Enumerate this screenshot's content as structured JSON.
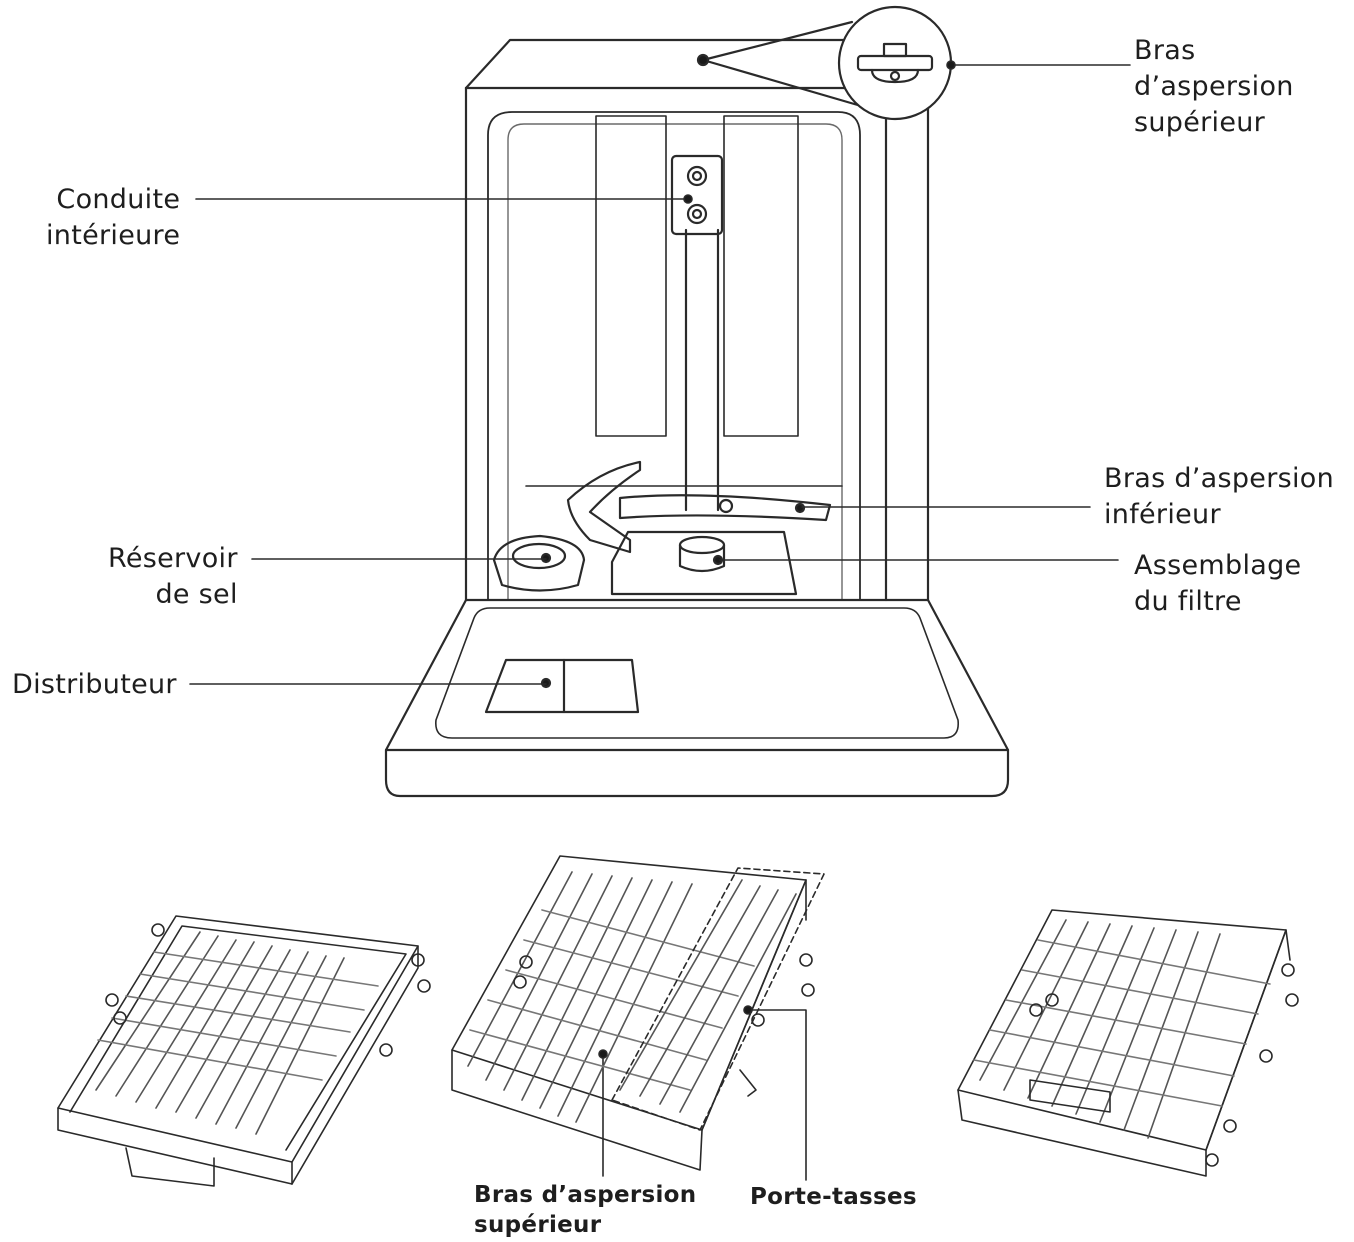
{
  "labels": {
    "upper_arm": [
      "Bras",
      "d’aspersion",
      "supérieur"
    ],
    "inner_pipe": [
      "Conduite",
      "intérieure"
    ],
    "lower_arm": [
      "Bras d’aspersion",
      "inférieur"
    ],
    "salt_reservoir": [
      "Réservoir",
      "de sel"
    ],
    "filter_assembly": [
      "Assemblage",
      "du filtre"
    ],
    "dispenser": [
      "Distributeur"
    ],
    "rack_upper_arm": [
      "Bras d’aspersion",
      "supérieur"
    ],
    "cup_holder": [
      "Porte-tasses"
    ]
  }
}
